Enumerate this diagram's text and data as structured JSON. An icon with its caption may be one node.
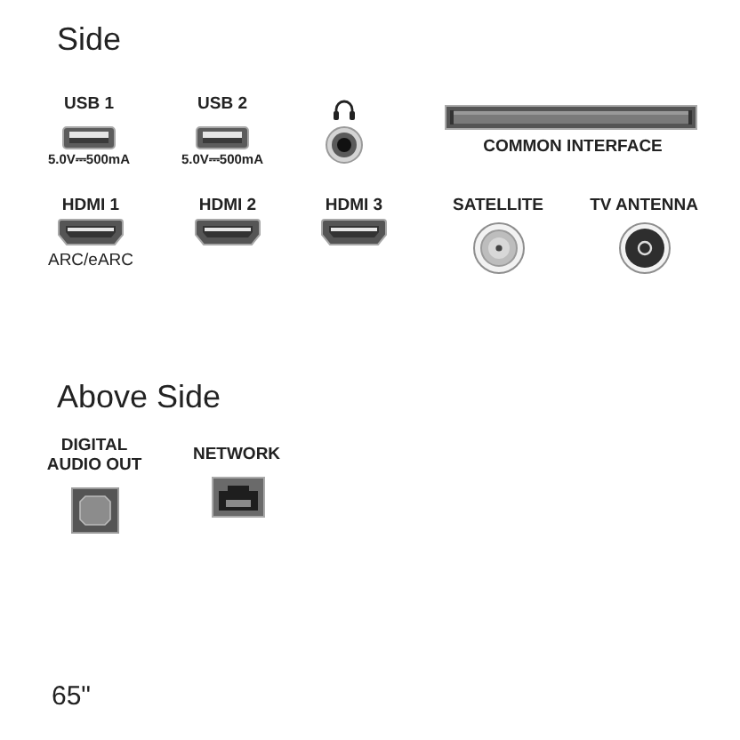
{
  "diagram": {
    "labels": [
      "Side",
      "USB 1",
      "USB 2",
      "5.0V⎓500mA",
      "5.0V⎓500mA",
      "COMMON INTERFACE",
      "HDMI 1",
      "HDMI 2",
      "HDMI 3",
      "SATELLITE",
      "TV ANTENNA",
      "ARC/eARC",
      "Above Side",
      "DIGITAL AUDIO OUT",
      "NETWORK"
    ],
    "caption": "65\""
  }
}
